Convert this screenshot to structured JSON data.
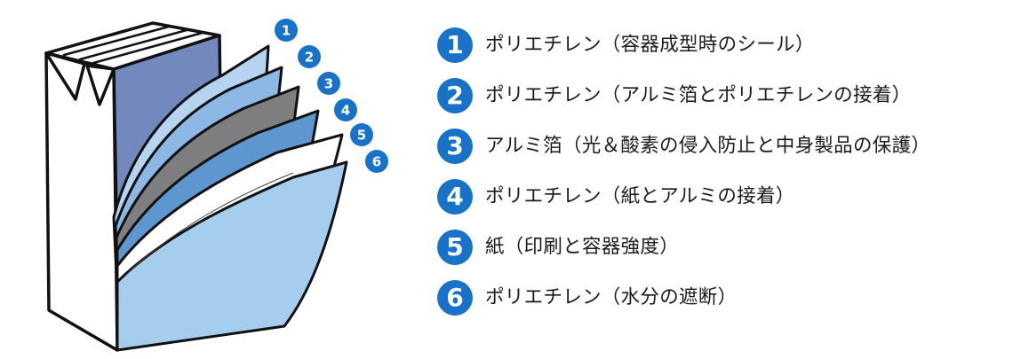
{
  "colors": {
    "badge": "#1873c8",
    "outline": "#111111",
    "carton_front": "#ffffff",
    "carton_side": "#7388bd",
    "layer_1": "#b6d3ef",
    "layer_2": "#8db7e4",
    "layer_3": "#7e7e80",
    "layer_4": "#5e97cf",
    "layer_5": "#ffffff",
    "layer_6": "#a5cdee"
  },
  "diagram": {
    "layer_numbers": [
      "1",
      "2",
      "3",
      "4",
      "5",
      "6"
    ]
  },
  "legend": {
    "items": [
      {
        "num": "1",
        "text": "ポリエチレン（容器成型時のシール）"
      },
      {
        "num": "2",
        "text": "ポリエチレン（アルミ箔とポリエチレンの接着）"
      },
      {
        "num": "3",
        "text": "アルミ箔（光＆酸素の侵入防止と中身製品の保護）"
      },
      {
        "num": "4",
        "text": "ポリエチレン（紙とアルミの接着）"
      },
      {
        "num": "5",
        "text": "紙（印刷と容器強度）"
      },
      {
        "num": "6",
        "text": "ポリエチレン（水分の遮断）"
      }
    ]
  }
}
